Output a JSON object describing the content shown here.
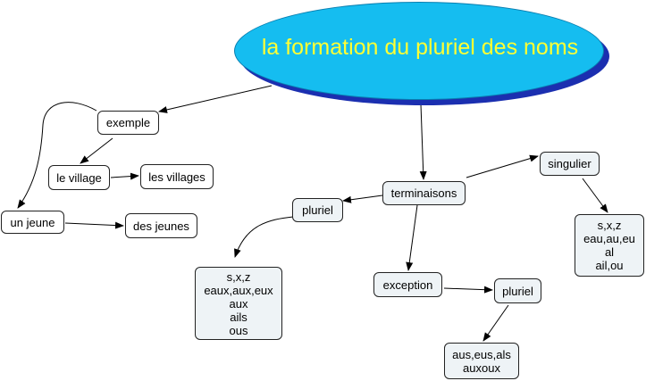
{
  "title": "la formation du pluriel des noms",
  "nodes": {
    "exemple": "exemple",
    "le_village": "le village",
    "les_villages": "les villages",
    "un_jeune": "un jeune",
    "des_jeunes": "des jeunes",
    "terminaisons": "terminaisons",
    "singulier": "singulier",
    "pluriel_left": "pluriel",
    "exception": "exception",
    "pluriel_right": "pluriel"
  },
  "singulier_endings": [
    "s,x,z",
    "eau,au,eu",
    "al",
    "ail,ou"
  ],
  "pluriel_endings": [
    "s,x,z",
    "eaux,aux,eux",
    "aux",
    "ails",
    "ous"
  ],
  "exception_endings": [
    "aus,eus,als",
    "auxoux"
  ],
  "colors": {
    "title_fill": "#15bdf0",
    "title_shadow": "#1b2fb0",
    "title_text": "#ffff33",
    "node_border": "#222222",
    "grey_node_fill": "#eef3f6"
  }
}
